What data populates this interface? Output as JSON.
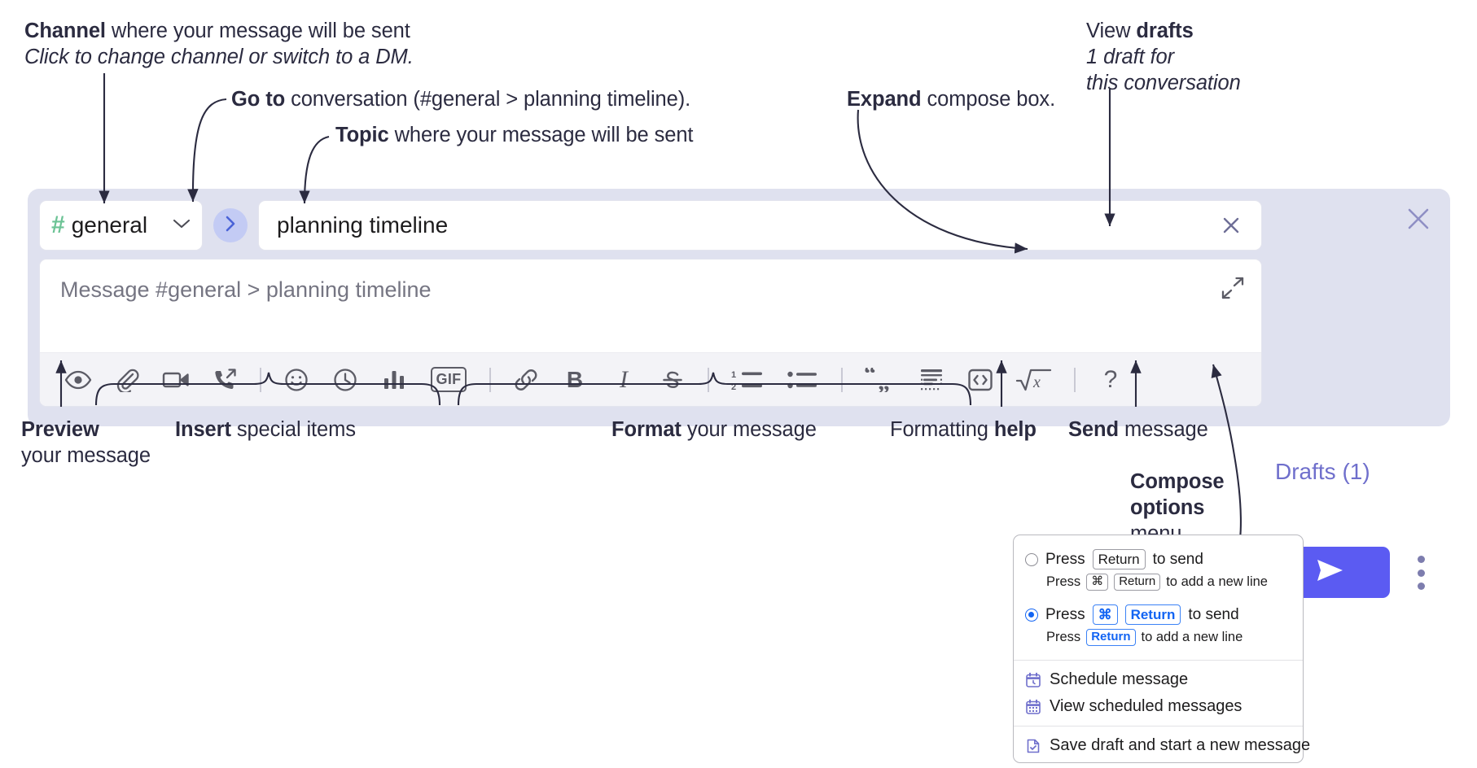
{
  "annotations": {
    "channel": {
      "bold": "Channel",
      "rest": " where your message will be sent",
      "italic": "Click to change channel or switch to a DM."
    },
    "goto": {
      "bold": "Go to",
      "rest": " conversation (#general > planning timeline)."
    },
    "topic": {
      "bold": "Topic",
      "rest": " where your message will be sent"
    },
    "expand": {
      "bold": "Expand",
      "rest": " compose box."
    },
    "drafts": {
      "plain": "View ",
      "bold": "drafts",
      "italic1": "1 draft for",
      "italic2": "this conversation"
    },
    "preview": {
      "bold": "Preview",
      "rest": "your message"
    },
    "insert": {
      "bold": "Insert",
      "rest": " special items"
    },
    "format": {
      "bold": "Format",
      "rest": " your message"
    },
    "formatting_help": {
      "plain": "Formatting ",
      "bold": "help"
    },
    "send": {
      "bold": "Send",
      "rest": " message"
    },
    "compose_options": {
      "bold1": "Compose",
      "bold2": "options",
      "rest": "menu"
    }
  },
  "compose": {
    "channel": {
      "hash": "#",
      "name": "general",
      "chevron_icon": "chevron-down-icon"
    },
    "goto_button": {
      "icon": "chevron-right-icon"
    },
    "topic": {
      "value": "planning timeline",
      "clear_icon": "close-icon"
    },
    "message": {
      "placeholder": "Message #general > planning timeline",
      "expand_icon": "expand-arrows-icon"
    },
    "toolbar": [
      {
        "name": "preview-icon",
        "kind": "eye"
      },
      {
        "name": "attachment-icon",
        "kind": "paperclip"
      },
      {
        "name": "video-icon",
        "kind": "video"
      },
      {
        "name": "huddle-icon",
        "kind": "phone"
      },
      {
        "name": "separator-1",
        "kind": "sep"
      },
      {
        "name": "emoji-icon",
        "kind": "smiley"
      },
      {
        "name": "reminder-icon",
        "kind": "clock"
      },
      {
        "name": "poll-icon",
        "kind": "bars"
      },
      {
        "name": "gif-icon",
        "kind": "gif",
        "label": "GIF"
      },
      {
        "name": "separator-2",
        "kind": "sep"
      },
      {
        "name": "link-icon",
        "kind": "link"
      },
      {
        "name": "bold-icon",
        "kind": "text",
        "label": "B"
      },
      {
        "name": "italic-icon",
        "kind": "text-italic",
        "label": "I"
      },
      {
        "name": "strikethrough-icon",
        "kind": "strike"
      },
      {
        "name": "separator-3",
        "kind": "sep"
      },
      {
        "name": "ordered-list-icon",
        "kind": "ol"
      },
      {
        "name": "bulleted-list-icon",
        "kind": "ul"
      },
      {
        "name": "separator-4",
        "kind": "sep"
      },
      {
        "name": "blockquote-icon",
        "kind": "quote"
      },
      {
        "name": "code-block-icon",
        "kind": "codeblock"
      },
      {
        "name": "code-icon",
        "kind": "code"
      },
      {
        "name": "latex-icon",
        "kind": "sqrt"
      },
      {
        "name": "separator-5",
        "kind": "sep"
      },
      {
        "name": "formatting-help-icon",
        "kind": "text",
        "label": "?"
      }
    ],
    "rail": {
      "close_icon": "close-icon",
      "drafts_label": "Drafts (1)",
      "send_icon": "send-paper-plane-icon",
      "kebab_icon": "more-options-icon"
    }
  },
  "options_menu": {
    "radios": [
      {
        "selected": false,
        "pre": "Press",
        "keys": [
          "Return"
        ],
        "post": "to send",
        "sub_pre": "Press",
        "sub_keys": [
          "⌘",
          "Return"
        ],
        "sub_post": "to add a new line"
      },
      {
        "selected": true,
        "pre": "Press",
        "keys": [
          "⌘",
          "Return"
        ],
        "post": "to send",
        "sub_pre": "Press",
        "sub_keys": [
          "Return"
        ],
        "sub_post": "to add a new line"
      }
    ],
    "items": [
      {
        "label": "Schedule message",
        "icon": "calendar-clock-icon"
      },
      {
        "label": "View scheduled messages",
        "icon": "calendar-grid-icon"
      },
      {
        "label": "Save draft and start a new message",
        "icon": "save-draft-icon"
      }
    ]
  },
  "colors": {
    "panel_bg": "#dfe1ef",
    "send_button": "#5b5bf2",
    "drafts_text": "#6f6fcc",
    "hash_green": "#6cc395",
    "goto_bg": "#c3cbf4",
    "toolbar_bg": "#f3f3f7",
    "annotation_text": "#2b2b40",
    "radio_blue": "#1264f3"
  }
}
